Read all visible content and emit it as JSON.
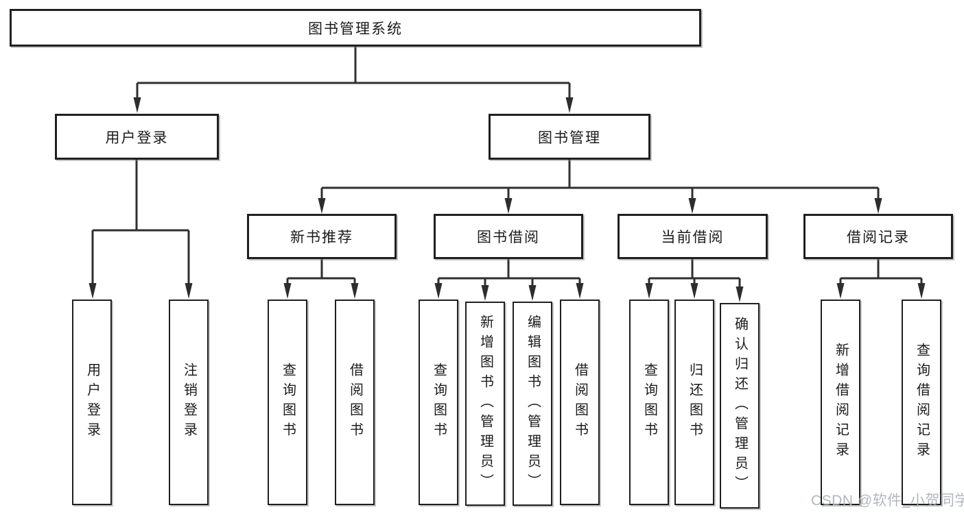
{
  "tree": {
    "root": {
      "label": "图书管理系统"
    },
    "branches": [
      {
        "label": "用户登录",
        "children": [
          "用户登录",
          "注销登录"
        ]
      },
      {
        "label": "图书管理",
        "groups": [
          {
            "label": "新书推荐",
            "children": [
              "查询图书",
              "借阅图书"
            ]
          },
          {
            "label": "图书借阅",
            "children": [
              "查询图书",
              "新增图书（管理员）",
              "编辑图书（管理员）",
              "借阅图书"
            ]
          },
          {
            "label": "当前借阅",
            "children": [
              "查询图书",
              "归还图书",
              "确认归还（管理员）"
            ]
          },
          {
            "label": "借阅记录",
            "children": [
              "新增借阅记录",
              "查询借阅记录"
            ]
          }
        ]
      }
    ]
  },
  "watermark": "CSDN @软件_小贺同学",
  "colors": {
    "line": "#2f2f2f",
    "box_border": "#1f1f1f",
    "text": "#1b1b1b",
    "watermark_text": "#a9afb5",
    "background": "#ffffff"
  }
}
